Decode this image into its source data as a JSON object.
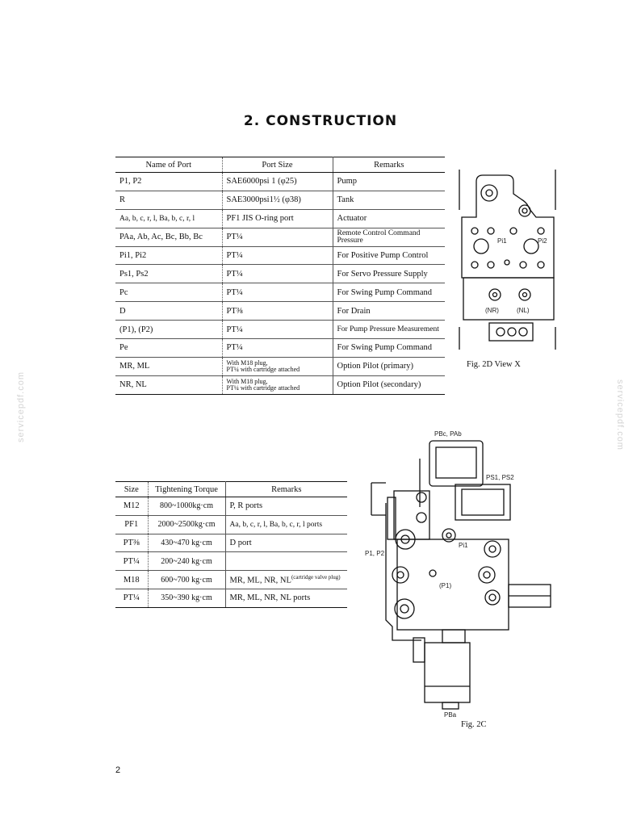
{
  "page": {
    "title": "2. CONSTRUCTION",
    "page_number": "2",
    "watermark": "servicepdf.com"
  },
  "ports_table": {
    "headers": [
      "Name of Port",
      "Port Size",
      "Remarks"
    ],
    "rows": [
      {
        "name": "P1, P2",
        "size": "SAE6000psi 1 (φ25)",
        "remarks": "Pump"
      },
      {
        "name": "R",
        "size": "SAE3000psi1½ (φ38)",
        "remarks": "Tank"
      },
      {
        "name": "Aa, b, c, r, l, Ba, b, c, r, l",
        "size": "PF1 JIS O-ring port",
        "remarks": "Actuator"
      },
      {
        "name": "PAa, Ab, Ac, Bc, Bb, Bc",
        "size": "PT¼",
        "remarks": "Remote Control Command Pressure"
      },
      {
        "name": "Pi1, Pi2",
        "size": "PT¼",
        "remarks": "For Positive Pump Control"
      },
      {
        "name": "Ps1, Ps2",
        "size": "PT¼",
        "remarks": "For Servo Pressure Supply"
      },
      {
        "name": "Pc",
        "size": "PT¼",
        "remarks": "For Swing Pump Command"
      },
      {
        "name": "D",
        "size": "PT⅜",
        "remarks": "For Drain"
      },
      {
        "name": "(P1), (P2)",
        "size": "PT¼",
        "remarks": "For Pump Pressure Measurement"
      },
      {
        "name": "Pe",
        "size": "PT¼",
        "remarks": "For Swing Pump Command"
      },
      {
        "name": "MR, ML",
        "size_line1": "With M18 plug,",
        "size_line2": "PT¼ with cartridge attached",
        "remarks": "Option Pilot (primary)"
      },
      {
        "name": "NR, NL",
        "size_line1": "With M18 plug,",
        "size_line2": "PT¼ with cartridge attached",
        "remarks": "Option Pilot (secondary)"
      }
    ]
  },
  "torque_table": {
    "headers": [
      "Size",
      "Tightening Torque",
      "Remarks"
    ],
    "rows": [
      {
        "size": "M12",
        "torque": "800~1000kg·cm",
        "remarks": "P, R ports"
      },
      {
        "size": "PF1",
        "torque": "2000~2500kg·cm",
        "remarks": "Aa, b, c, r, l, Ba, b, c, r, l ports"
      },
      {
        "size": "PT⅜",
        "torque": "430~470 kg·cm",
        "remarks": "D port"
      },
      {
        "size": "PT¼",
        "torque": "200~240 kg·cm",
        "remarks": ""
      },
      {
        "size": "M18",
        "torque": "600~700 kg·cm",
        "remarks": "MR, ML, NR, NL",
        "remarks_note": "(cartridge valve plug)"
      },
      {
        "size": "PT¼",
        "torque": "350~390 kg·cm",
        "remarks": "MR, ML, NR, NL ports"
      }
    ]
  },
  "figures": {
    "fig2d": {
      "caption": "Fig. 2D   View X",
      "labels": {
        "pi1": "Pi1",
        "pi2": "Pi2",
        "nr": "(NR)",
        "nl": "(NL)"
      }
    },
    "fig2c": {
      "caption": "Fig. 2C",
      "labels": {
        "pab": "PBc, PAb",
        "ps": "PS1, PS2",
        "p12": "P1, P2",
        "p1": "(P1)",
        "pi1": "Pi1",
        "pba": "PBa"
      }
    }
  }
}
